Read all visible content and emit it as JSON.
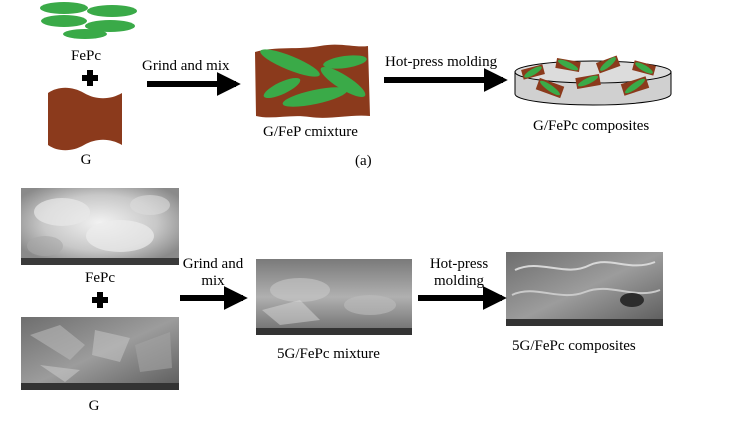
{
  "panel_a": {
    "fepc_label": "FePc",
    "g_label": "G",
    "step1": "Grind and mix",
    "step2": "Hot-press molding",
    "mixture_label": "G/FeP cmixture",
    "composite_label": "G/FePc composites",
    "caption": "(a)"
  },
  "panel_b": {
    "fepc_label": "FePc",
    "g_label": "G",
    "step1_line1": "Grind and",
    "step1_line2": "mix",
    "step2_line1": "Hot-press",
    "step2_line2": "molding",
    "mixture_label": "5G/FePc mixture",
    "composite_label": "5G/FePc composites"
  },
  "colors": {
    "graphite_brown": "#8b3a1c",
    "fepc_green": "#3aaa48",
    "dish_gray": "#d0d0d0"
  }
}
